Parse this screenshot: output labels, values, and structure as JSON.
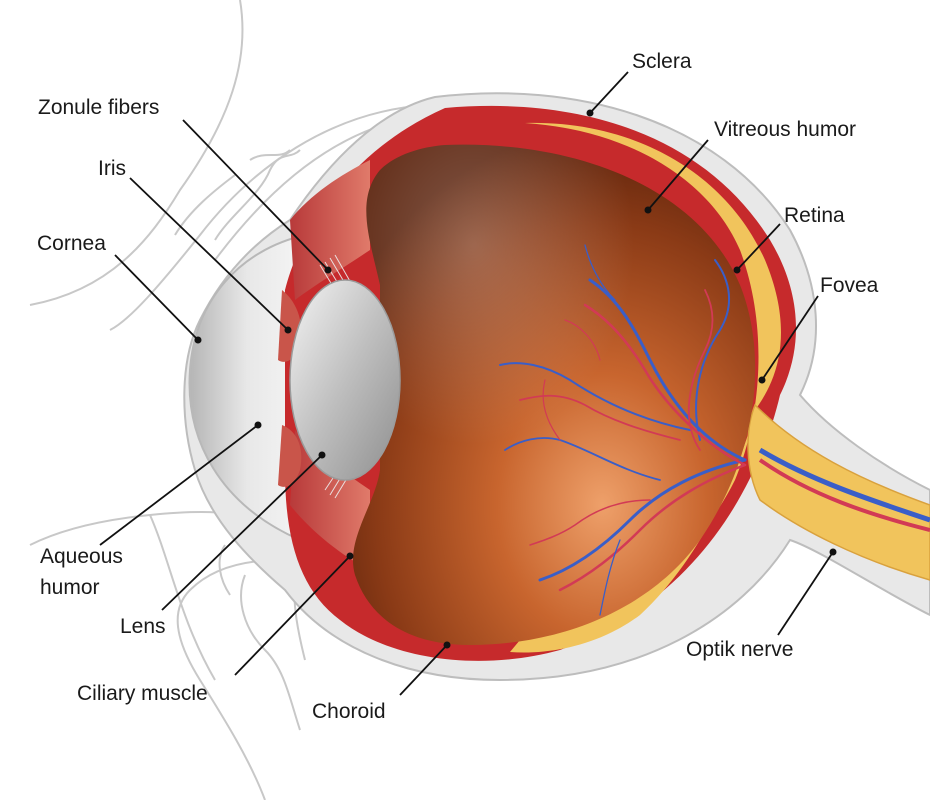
{
  "labels": {
    "sclera": "Sclera",
    "zonule_fibers": "Zonule fibers",
    "vitreous_humor": "Vitreous humor",
    "iris": "Iris",
    "retina": "Retina",
    "cornea": "Cornea",
    "fovea": "Fovea",
    "aqueous_humor": "Aqueous humor",
    "lens": "Lens",
    "optik_nerve": "Optik nerve",
    "ciliary_muscle": "Ciliary muscle",
    "choroid": "Choroid"
  },
  "colors": {
    "sclera": "#e6e6e6",
    "choroid": "#c8282a",
    "retina": "#f0c25a",
    "vitreous_dark": "#6e2a10",
    "vitreous_light": "#d9804a",
    "lens": "#c9c9c9",
    "cornea": "#d8d8d8",
    "vein": "#3a5ec8",
    "artery": "#d23a55",
    "leader": "#111111",
    "outline": "#c8c8c8"
  }
}
